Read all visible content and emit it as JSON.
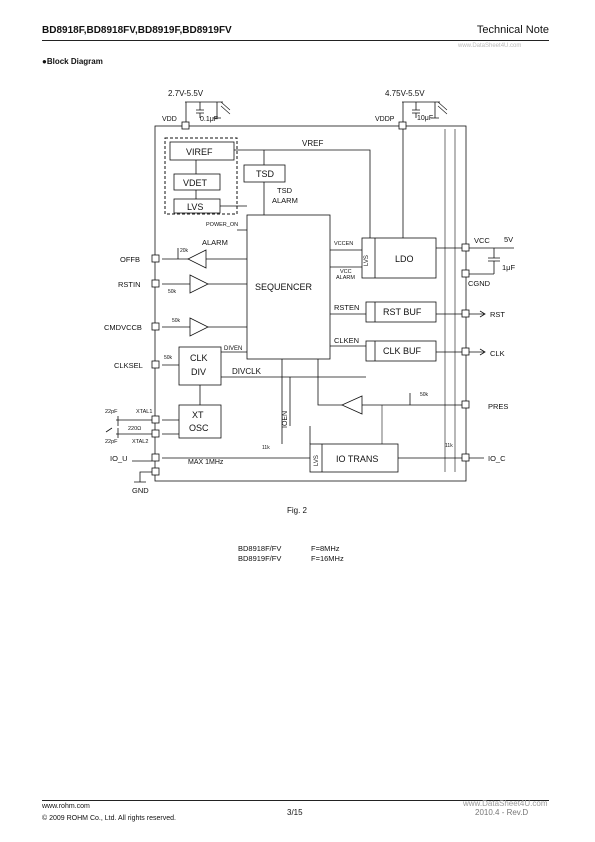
{
  "header": {
    "part_numbers": "BD8918F,BD8918FV,BD8919F,BD8919FV",
    "doc_type": "Technical Note",
    "watermark": "www.DataSheet4U.com"
  },
  "section_title": "●Block Diagram",
  "diagram": {
    "supply_left": "2.7V-5.5V",
    "cap_left": "0.1μF",
    "supply_right": "4.75V-5.5V",
    "cap_right": "10μF",
    "vdd": "VDD",
    "vddp": "VDDP",
    "viref": "VIREF",
    "vdet": "VDET",
    "lvs": "LVS",
    "power_on": "POWER_ON",
    "vref": "VREF",
    "tsd": "TSD",
    "tsd_alarm": "TSD\nALARM",
    "sequencer": "SEQUENCER",
    "ldo": "LDO",
    "vccen": "VCCEN",
    "vcc_alarm": "VCC\nALARM",
    "rsten": "RSTEN",
    "clken": "CLKEN",
    "rst_buf": "RST BUF",
    "clk_buf": "CLK BUF",
    "clk_div": "CLK\nDIV",
    "diven": "DIVEN",
    "divclk": "DIVCLK",
    "xt_osc": "XT\nOSC",
    "io_trans": "IO TRANS",
    "ioen": "IOEN",
    "max_freq": "MAX 1MHz",
    "alarm": "ALARM",
    "r_20k": "20k",
    "r_50k": "50k",
    "r_11k": "11k",
    "cap_22pf": "22pF",
    "r_220": "220Ω",
    "xtal1": "XTAL1",
    "xtal2": "XTAL2",
    "pins_left": [
      "OFFB",
      "RSTIN",
      "CMDVCCB",
      "CLKSEL",
      "IO_U",
      "GND"
    ],
    "pins_right": [
      "VCC",
      "CGND",
      "RST",
      "CLK",
      "PRES",
      "IO_C"
    ],
    "vcc_5v": "5V",
    "cap_vcc": "1μF"
  },
  "figure_caption": "Fig. 2",
  "variants": [
    {
      "part": "BD8918F/FV",
      "freq": "F=8MHz"
    },
    {
      "part": "BD8919F/FV",
      "freq": "F=16MHz"
    }
  ],
  "footer": {
    "url": "www.rohm.com",
    "copyright": "© 2009 ROHM Co., Ltd. All rights reserved.",
    "page": "3/15",
    "revision": "2010.4 - Rev.D",
    "watermark": "www.DataSheet4U.com"
  }
}
